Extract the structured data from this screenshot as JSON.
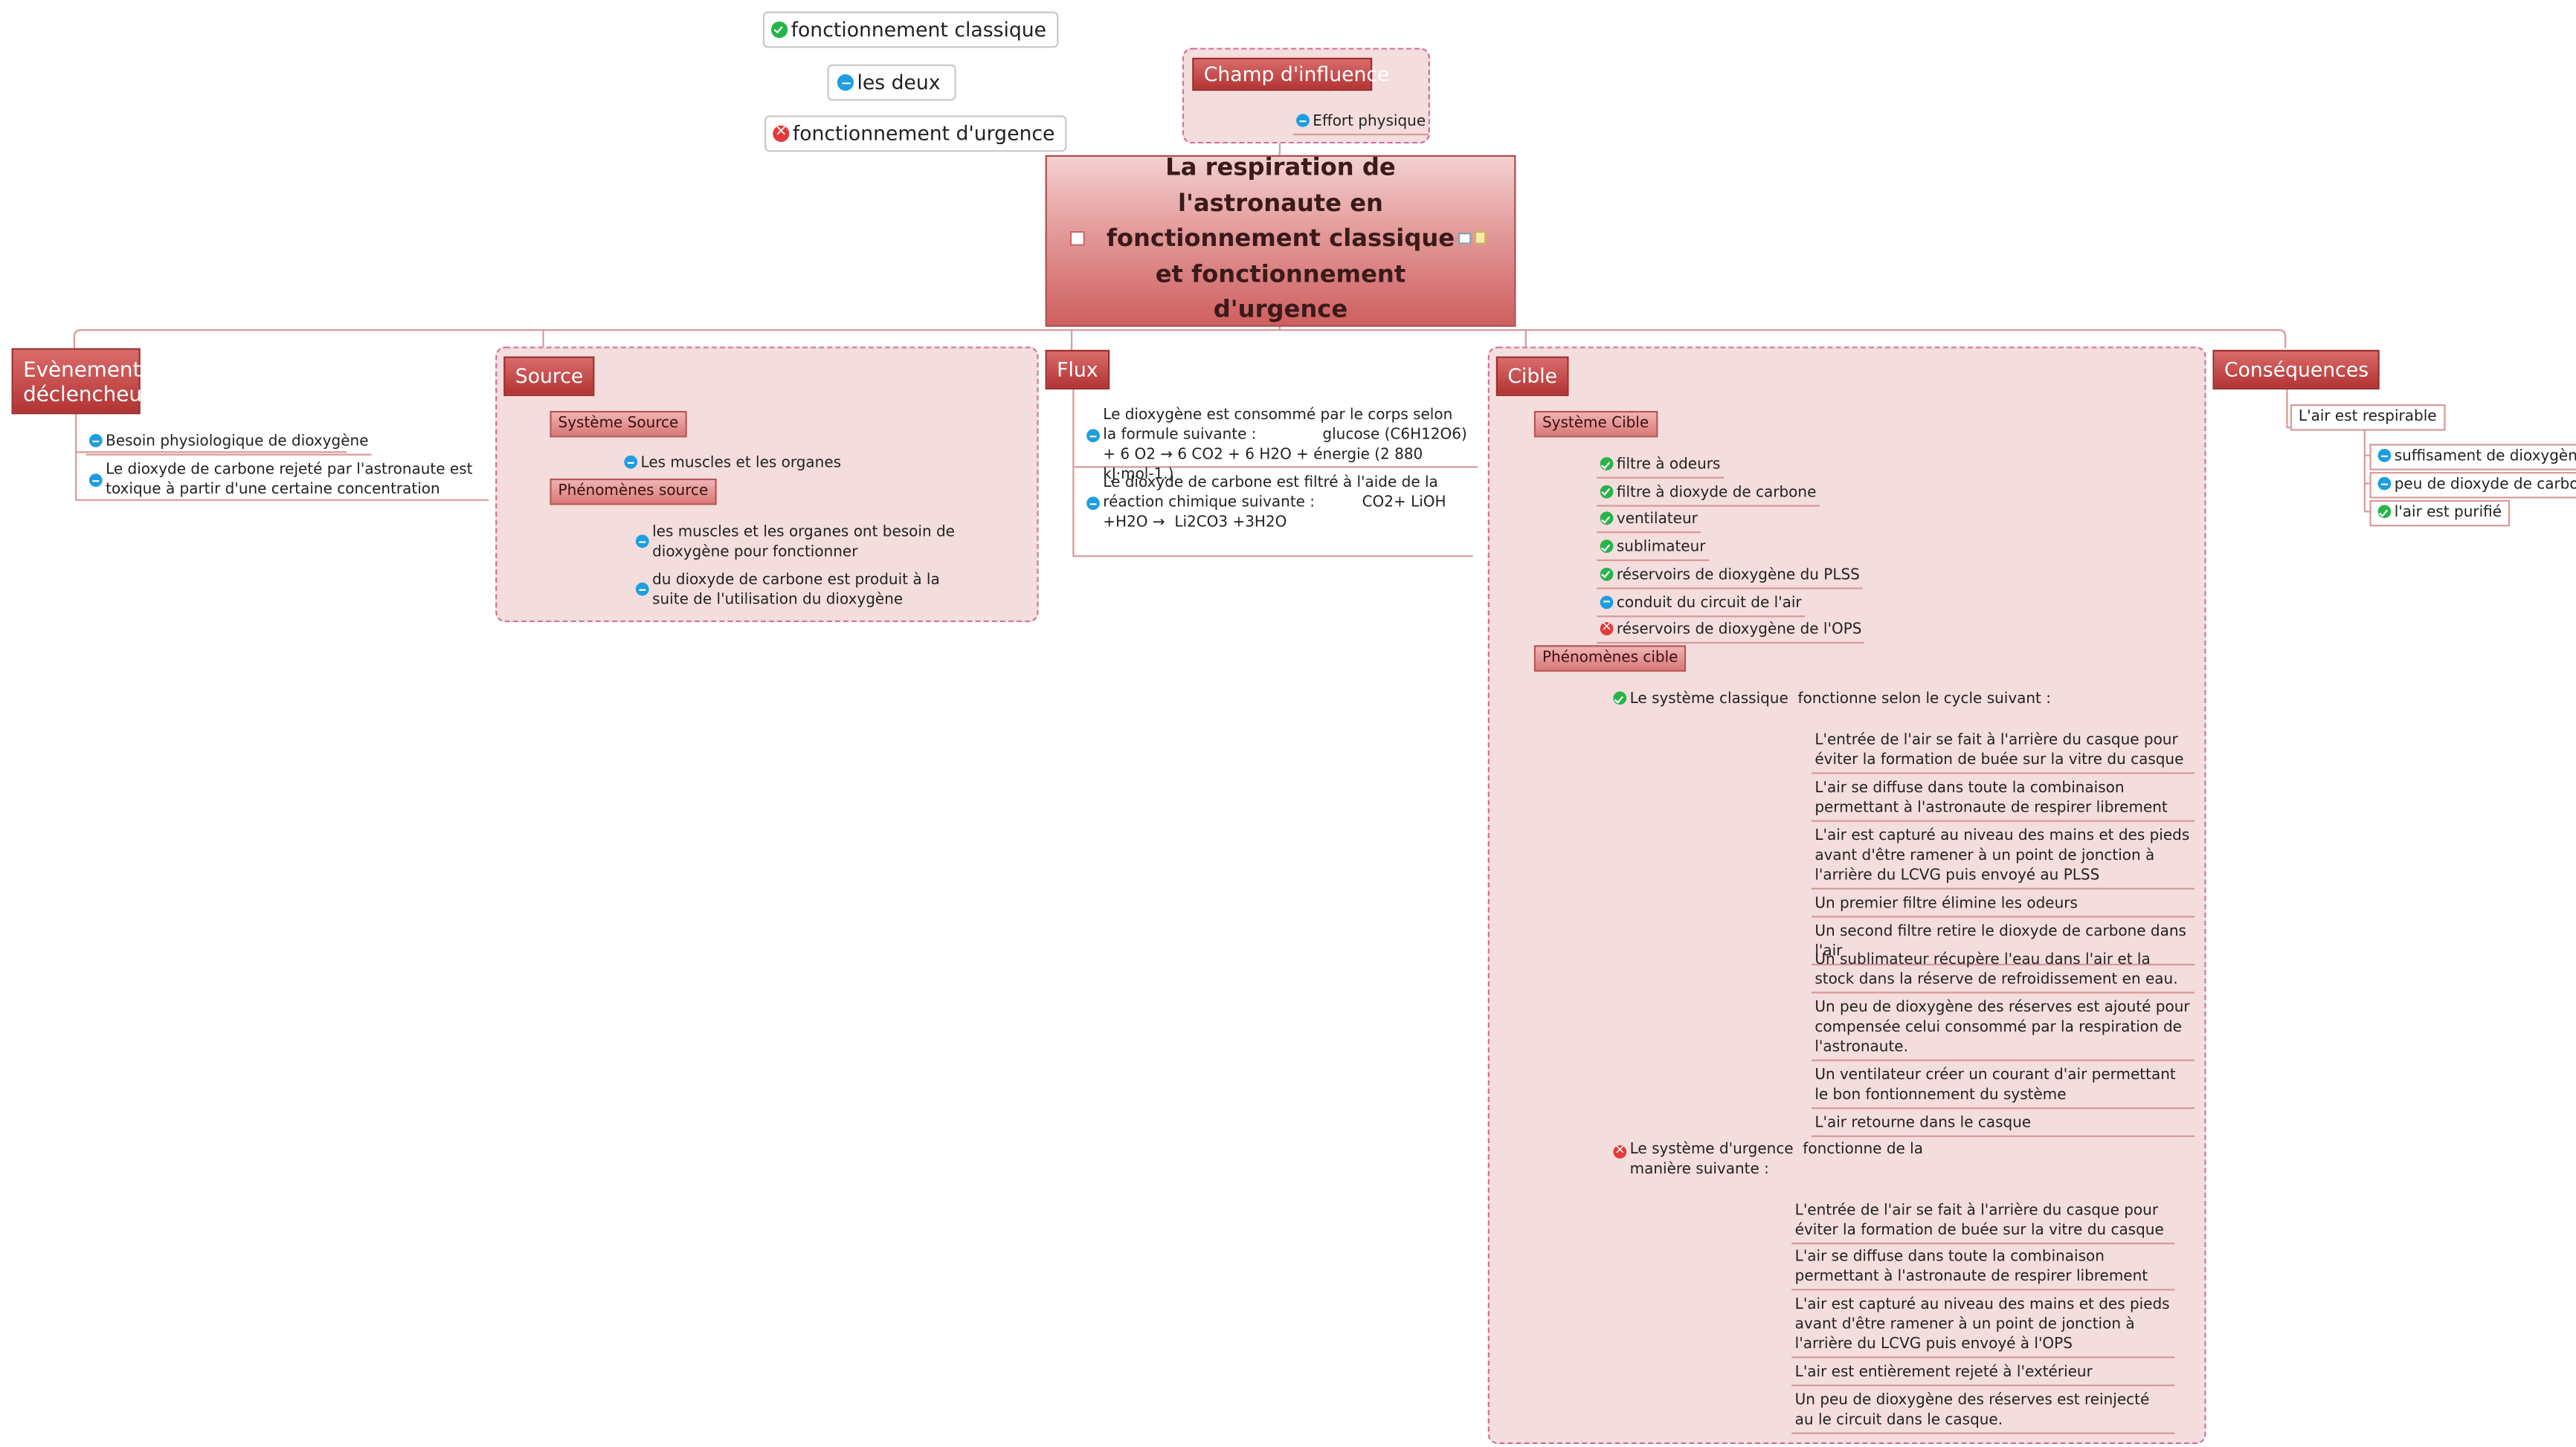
{
  "legend": [
    {
      "icon": "check-green",
      "label": "fonctionnement classique"
    },
    {
      "icon": "minus-blue",
      "label": "les deux"
    },
    {
      "icon": "x-red",
      "label": "fonctionnement d'urgence"
    }
  ],
  "central": {
    "title": "La respiration de l'astronaute en fonctionnement classique et fonctionnement d'urgence"
  },
  "champ": {
    "title": "Champ d'influence",
    "items": [
      {
        "icon": "minus-blue",
        "text": "Effort physique"
      }
    ]
  },
  "evenement": {
    "title": "Evènement déclencheur",
    "items": [
      {
        "icon": "minus-blue",
        "text": "Besoin physiologique de dioxygène"
      },
      {
        "icon": "minus-blue",
        "text": "Le dioxyde de carbone rejeté par l'astronaute est toxique à partir d'une certaine concentration"
      }
    ]
  },
  "source": {
    "title": "Source",
    "systeme": {
      "title": "Système Source",
      "items": [
        {
          "icon": "minus-blue",
          "text": "Les muscles et les organes"
        }
      ]
    },
    "phenomenes": {
      "title": "Phénomènes source",
      "items": [
        {
          "icon": "minus-blue",
          "text": "les muscles et les organes ont besoin de dioxygène pour fonctionner"
        },
        {
          "icon": "minus-blue",
          "text": "du dioxyde de carbone est produit à la suite de l'utilisation du dioxygène"
        }
      ]
    }
  },
  "flux": {
    "title": "Flux",
    "items": [
      {
        "icon": "minus-blue",
        "text": "Le dioxygène est consommé par le corps selon la formule suivante :              glucose (C6H12O6) + 6 O2 → 6 CO2 + 6 H2O + énergie (2 880 kJ·mol-1.)"
      },
      {
        "icon": "minus-blue",
        "text": "Le dioxyde de carbone est filtré à l'aide de la réaction chimique suivante :          CO2+ LiOH +H2O →  Li2CO3 +3H2O"
      }
    ]
  },
  "cible": {
    "title": "Cible",
    "systeme": {
      "title": "Système Cible",
      "items": [
        {
          "icon": "check-green",
          "text": "filtre à odeurs"
        },
        {
          "icon": "check-green",
          "text": "filtre à dioxyde de carbone"
        },
        {
          "icon": "check-green",
          "text": "ventilateur"
        },
        {
          "icon": "check-green",
          "text": "sublimateur"
        },
        {
          "icon": "check-green",
          "text": "réservoirs de dioxygène du PLSS"
        },
        {
          "icon": "minus-blue",
          "text": "conduit du circuit de l'air"
        },
        {
          "icon": "x-red",
          "text": "réservoirs de dioxygène de l'OPS"
        }
      ]
    },
    "phenomenes": {
      "title": "Phénomènes cible",
      "classique": {
        "icon": "check-green",
        "text": "Le système classique  fonctionne selon le cycle suivant :",
        "steps": [
          "L'entrée de l'air se fait à l'arrière du casque pour éviter la formation de buée sur la vitre du casque",
          "L'air se diffuse dans toute la combinaison permettant à l'astronaute de respirer librement",
          "L'air est capturé au niveau des mains et des pieds avant d'être ramener à un point de jonction à l'arrière du LCVG puis envoyé au PLSS",
          "Un premier filtre élimine les odeurs",
          "Un second filtre retire le dioxyde de carbone dans l'air",
          "Un sublimateur récupère l'eau dans l'air et la stock dans la réserve de refroidissement en eau.",
          "Un peu de dioxygène des réserves est ajouté pour compensée celui consommé par la respiration de l'astronaute.",
          "Un ventilateur créer un courant d'air permettant le bon fontionnement du système",
          "L'air retourne dans le casque"
        ]
      },
      "urgence": {
        "icon": "x-red",
        "text": "Le système d'urgence  fonctionne de la manière suivante :",
        "steps": [
          "L'entrée de l'air se fait à l'arrière du casque pour éviter la formation de buée sur la vitre du casque",
          "L'air se diffuse dans toute la combinaison permettant à l'astronaute de respirer librement",
          "L'air est capturé au niveau des mains et des pieds avant d'être ramener à un point de jonction à l'arrière du LCVG puis envoyé à l'OPS",
          "L'air est entièrement rejeté à l'extérieur",
          "Un peu de dioxygène des réserves est reinjecté au le circuit dans le casque."
        ]
      }
    }
  },
  "consequences": {
    "title": "Conséquences",
    "main": "L'air est respirable",
    "items": [
      {
        "icon": "minus-blue",
        "text": "suffisament de dioxygène"
      },
      {
        "icon": "minus-blue",
        "text": "peu de dioxyde de carbone"
      },
      {
        "icon": "check-green",
        "text": "l'air est purifié"
      }
    ]
  },
  "colors": {
    "header": "#c04545",
    "group_fill": "#f4dddd",
    "group_border": "#cf6f9a",
    "check": "#27b44a",
    "minus": "#1e9ee0",
    "cross": "#e23b3b"
  }
}
